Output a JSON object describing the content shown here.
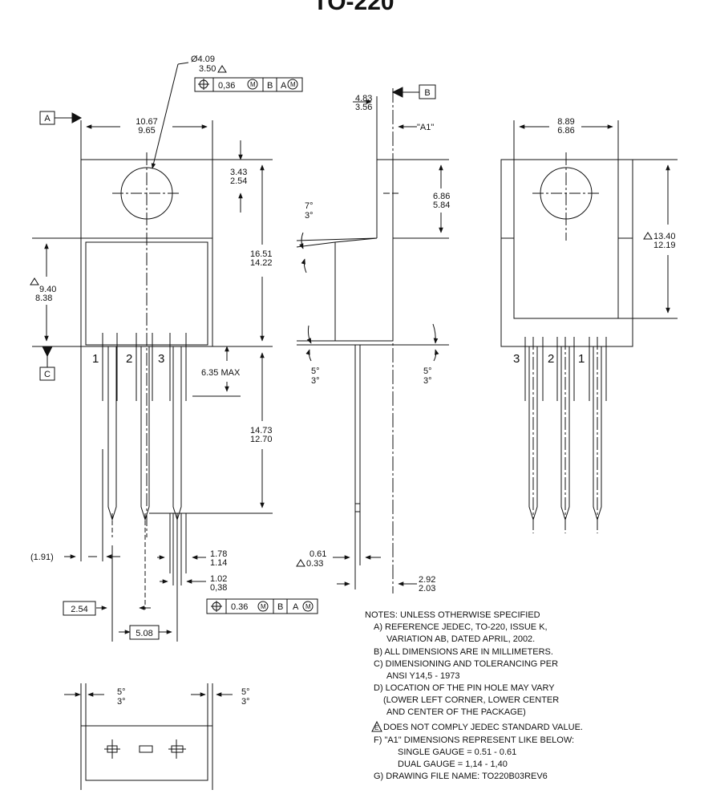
{
  "title": "TO-220",
  "front": {
    "datum_a": "A",
    "datum_c": "C",
    "hole_dia": [
      "Ø4.09",
      "3.50"
    ],
    "hole_fcf": [
      "0,36",
      "M",
      "B",
      "A",
      "M"
    ],
    "width": [
      "10.67",
      "9.65"
    ],
    "hole_center": [
      "3.43",
      "2.54"
    ],
    "total_height": [
      "16.51",
      "14.22"
    ],
    "body_height": [
      "9.40",
      "8.38"
    ],
    "lead_shoulder": "6.35 MAX",
    "lead_length": [
      "14.73",
      "12.70"
    ],
    "pins": [
      "1",
      "2",
      "3"
    ],
    "lead_offset": "(1.91)",
    "lead_width": [
      "1.78",
      "1.14"
    ],
    "lead_tip": [
      "1.02",
      "0,38"
    ],
    "pitch": "2.54",
    "span": "5.08",
    "lead_fcf": [
      "0.36",
      "M",
      "B",
      "A",
      "M"
    ]
  },
  "side": {
    "datum_b": "B",
    "tab": [
      "4.83",
      "3.56"
    ],
    "a1_label": "\"A1\"",
    "flat": [
      "6.86",
      "5.84"
    ],
    "draft_top": [
      "7°",
      "3°"
    ],
    "draft_left": [
      "5°",
      "3°"
    ],
    "draft_right": [
      "5°",
      "3°"
    ],
    "lead_thk": [
      "0.61",
      "0.33"
    ],
    "offset": [
      "2.92",
      "2.03"
    ]
  },
  "back": {
    "width": [
      "8.89",
      "6.86"
    ],
    "height": [
      "13.40",
      "12.19"
    ],
    "pins": [
      "3",
      "2",
      "1"
    ]
  },
  "bottom": {
    "draft_left": [
      "5°",
      "3°"
    ],
    "draft_right": [
      "5°",
      "3°"
    ]
  },
  "notes": [
    "NOTES: UNLESS OTHERWISE SPECIFIED",
    "A)  REFERENCE JEDEC, TO-220, ISSUE K,",
    "VARIATION AB, DATED APRIL, 2002.",
    "B)  ALL DIMENSIONS ARE IN MILLIMETERS.",
    "C)  DIMENSIONING AND TOLERANCING PER",
    "ANSI Y14,5 - 1973",
    "D)  LOCATION OF THE PIN HOLE MAY VARY",
    "(LOWER LEFT CORNER, LOWER CENTER",
    "AND CENTER OF THE PACKAGE)",
    "DOES NOT COMPLY JEDEC STANDARD VALUE.",
    "F) \"A1\" DIMENSIONS REPRESENT LIKE BELOW:",
    "SINGLE GAUGE = 0.51 - 0.61",
    "DUAL GAUGE     = 1,14 - 1,40",
    "G)  DRAWING FILE NAME: TO220B03REV6"
  ],
  "note_e_marker": "E"
}
